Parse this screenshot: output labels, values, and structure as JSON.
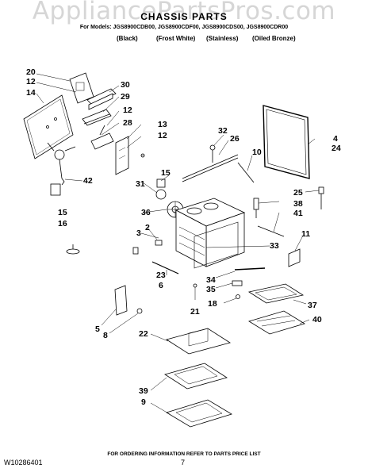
{
  "header": {
    "watermark": "AppliancePartsPros.com",
    "title": "CHASSIS PARTS",
    "models": "For Models: JGS8900CDB00, JGS8900CDF00, JGS8900CDS00, JGS8900CDR00",
    "variants": [
      "(Black)",
      "(Frost White)",
      "(Stainless)",
      "(Oiled Bronze)"
    ]
  },
  "callouts": [
    "20",
    "12",
    "14",
    "30",
    "29",
    "12",
    "28",
    "13",
    "12",
    "42",
    "32",
    "26",
    "10",
    "4",
    "24",
    "15",
    "31",
    "36",
    "25",
    "38",
    "41",
    "15",
    "16",
    "3",
    "2",
    "11",
    "33",
    "23",
    "6",
    "34",
    "35",
    "21",
    "18",
    "37",
    "5",
    "8",
    "22",
    "40",
    "39",
    "9"
  ],
  "footer": {
    "note": "FOR ORDERING INFORMATION REFER TO PARTS PRICE LIST",
    "doc_number": "W10286401",
    "page_number": "7"
  }
}
